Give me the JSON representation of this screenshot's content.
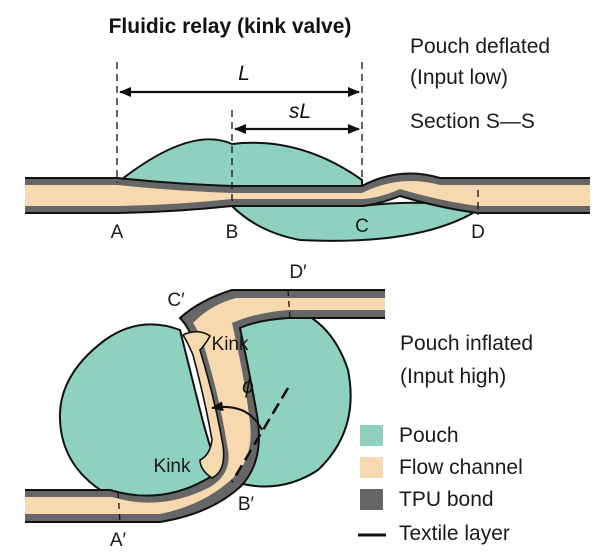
{
  "title": "Fluidic relay (kink valve)",
  "top_caption": {
    "line1": "Pouch deflated",
    "line2": "(Input low)",
    "section": "Section S—S"
  },
  "bottom_caption": {
    "line1": "Pouch inflated",
    "line2": "(Input high)"
  },
  "dimensions": {
    "full_length": "L",
    "partial_length": "sL"
  },
  "points_top": {
    "a": "A",
    "b": "B",
    "c": "C",
    "d": "D"
  },
  "points_bottom": {
    "a": "A′",
    "b": "B′",
    "c": "C′",
    "d": "D′"
  },
  "kink_labels": {
    "upper": "Kink",
    "lower": "Kink"
  },
  "angle_label": "ϕ",
  "legend": [
    {
      "label": "Pouch",
      "color": "#8fd1bf"
    },
    {
      "label": "Flow channel",
      "color": "#f7d9b0"
    },
    {
      "label": "TPU bond",
      "color": "#666666"
    },
    {
      "label": "Textile layer",
      "color": "#111111"
    }
  ],
  "colors": {
    "pouch": "#8fd1bf",
    "channel": "#f7d9b0",
    "tpu": "#666666",
    "textile": "#111111"
  }
}
